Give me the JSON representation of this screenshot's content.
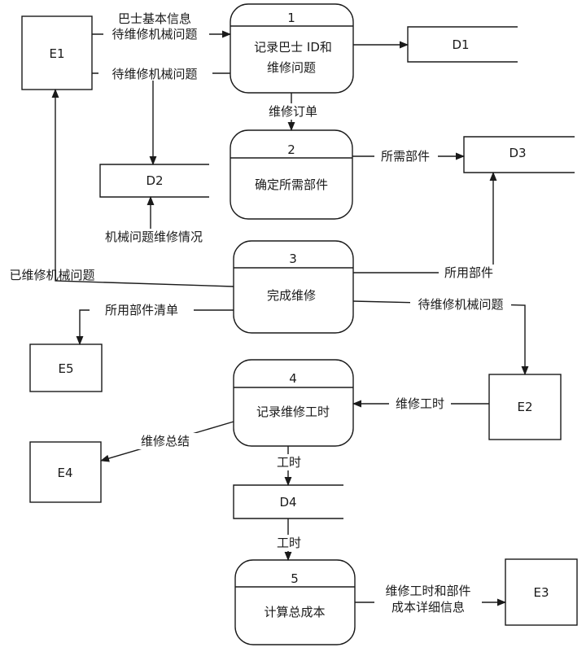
{
  "entities": {
    "e1": "E1",
    "e2": "E2",
    "e3": "E3",
    "e4": "E4",
    "e5": "E5"
  },
  "processes": {
    "p1": {
      "num": "1",
      "line1": "记录巴士 ID和",
      "line2": "维修问题"
    },
    "p2": {
      "num": "2",
      "line1": "确定所需部件"
    },
    "p3": {
      "num": "3",
      "line1": "完成维修"
    },
    "p4": {
      "num": "4",
      "line1": "记录维修工时"
    },
    "p5": {
      "num": "5",
      "line1": "计算总成本"
    }
  },
  "stores": {
    "d1": "D1",
    "d2": "D2",
    "d3": "D3",
    "d4": "D4"
  },
  "flows": {
    "e1_p1_a": "巴士基本信息",
    "e1_p1_b": "待维修机械问题",
    "e1_d2": "待维修机械问题",
    "p1_p2": "维修订单",
    "p2_d3": "所需部件",
    "p3_d2": "机械问题维修情况",
    "p3_e1": "已维修机械问题",
    "p3_d3": "所用部件",
    "p3_e5": "所用部件清单",
    "p3_e2": "待维修机械问题",
    "e2_p4": "维修工时",
    "p4_e4": "维修总结",
    "p4_d4": "工时",
    "d4_p5": "工时",
    "p5_e3_a": "维修工时和部件",
    "p5_e3_b": "成本详细信息"
  }
}
